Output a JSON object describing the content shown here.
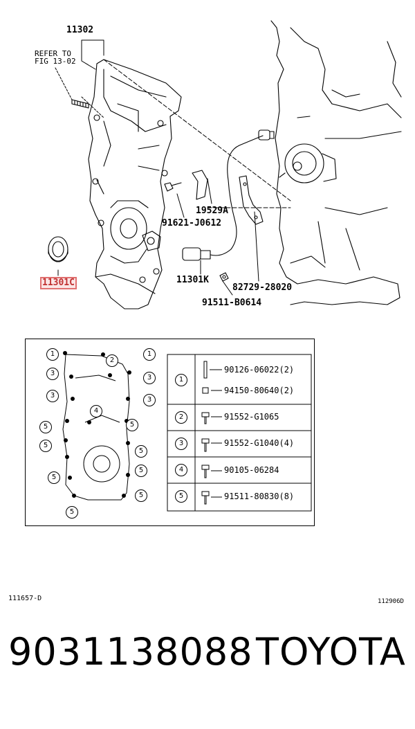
{
  "diagram": {
    "callouts": {
      "main_part": "11302",
      "refer_line1": "REFER TO",
      "refer_line2": "FIG 13-02",
      "sensor_bracket": "19529A",
      "bolt_upper": "91621-J0612",
      "seal": "11301C",
      "sensor": "11301K",
      "clip": "82729-28020",
      "bolt_lower": "91511-B0614"
    },
    "highlighted": "11301C"
  },
  "legend": {
    "rows": [
      {
        "num": "1",
        "parts": [
          "90126-06022(2)",
          "94150-80640(2)"
        ]
      },
      {
        "num": "2",
        "parts": [
          "91552-G1065"
        ]
      },
      {
        "num": "3",
        "parts": [
          "91552-G1040(4)"
        ]
      },
      {
        "num": "4",
        "parts": [
          "90105-06284"
        ]
      },
      {
        "num": "5",
        "parts": [
          "91511-80830(8)"
        ]
      }
    ]
  },
  "footer": {
    "left_code": "111657-D",
    "right_code": "112906D"
  },
  "caption": {
    "part_number": "9031138088",
    "brand": "TOYOTA"
  }
}
